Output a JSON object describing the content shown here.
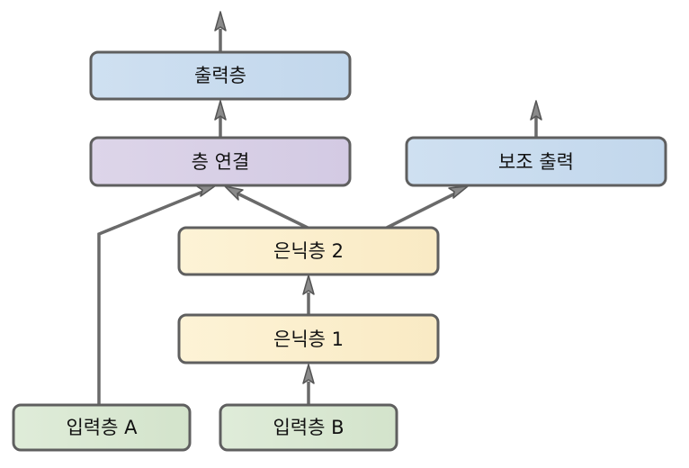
{
  "nodes": {
    "output": {
      "label": "출력층"
    },
    "concat": {
      "label": "층 연결"
    },
    "aux_output": {
      "label": "보조 출력"
    },
    "hidden2": {
      "label": "은닉층 2"
    },
    "hidden1": {
      "label": "은닉층 1"
    },
    "input_a": {
      "label": "입력층 A"
    },
    "input_b": {
      "label": "입력층 B"
    }
  },
  "colors": {
    "output_fill": "#cddff0",
    "concat_fill": "#d9d1e6",
    "hidden_fill": "#fbefcd",
    "input_fill": "#dae8d3",
    "border": "#5f5f5f",
    "edge": "#6a6a6a"
  }
}
